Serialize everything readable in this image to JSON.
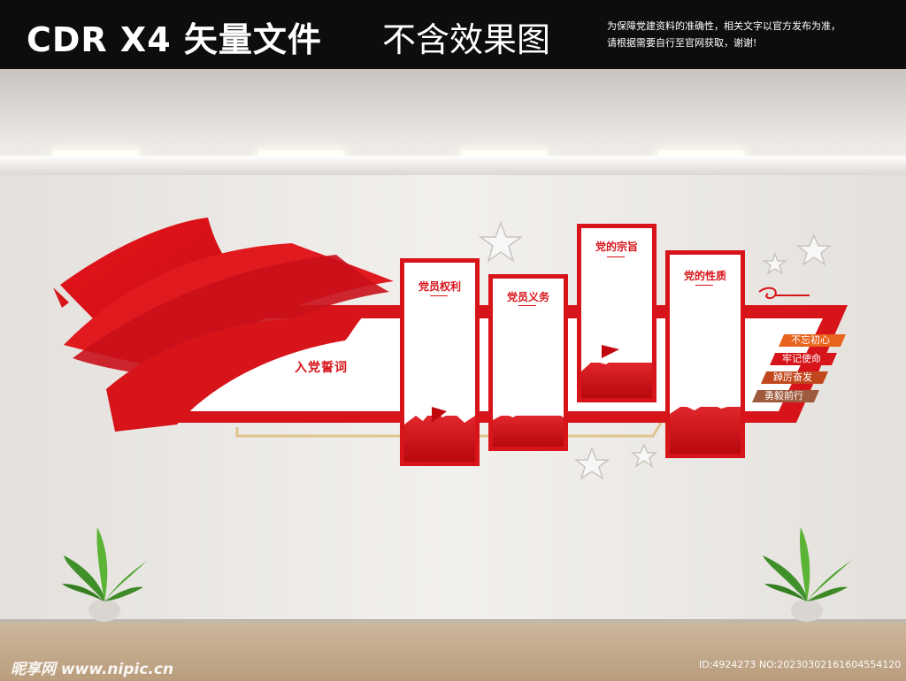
{
  "header": {
    "main_title": "CDR X4 矢量文件",
    "sub_title": "不含效果图",
    "note_line1": "为保障党建资料的准确性，相关文字以官方发布为准，",
    "note_line2": "请根据需要自行至官网获取，谢谢!"
  },
  "wall": {
    "oath_label": "入党誓词",
    "panels": [
      {
        "title": "党员权利"
      },
      {
        "title": "党员义务"
      },
      {
        "title": "党的宗旨"
      },
      {
        "title": "党的性质"
      }
    ],
    "tags": [
      {
        "label": "不忘初心",
        "color": "#e8631c"
      },
      {
        "label": "牢记使命",
        "color": "#d7141a"
      },
      {
        "label": "踔厉奋发",
        "color": "#c1461c"
      },
      {
        "label": "勇毅前行",
        "color": "#9e5a3c"
      }
    ]
  },
  "watermark": {
    "logo": "昵享网 www.nipic.cn",
    "id_text": "ID:4924273 NO:20230302161604554120"
  },
  "colors": {
    "party_red": "#d7141a",
    "header_bg": "#0d0d0d",
    "gold_line": "#e0c48f"
  }
}
